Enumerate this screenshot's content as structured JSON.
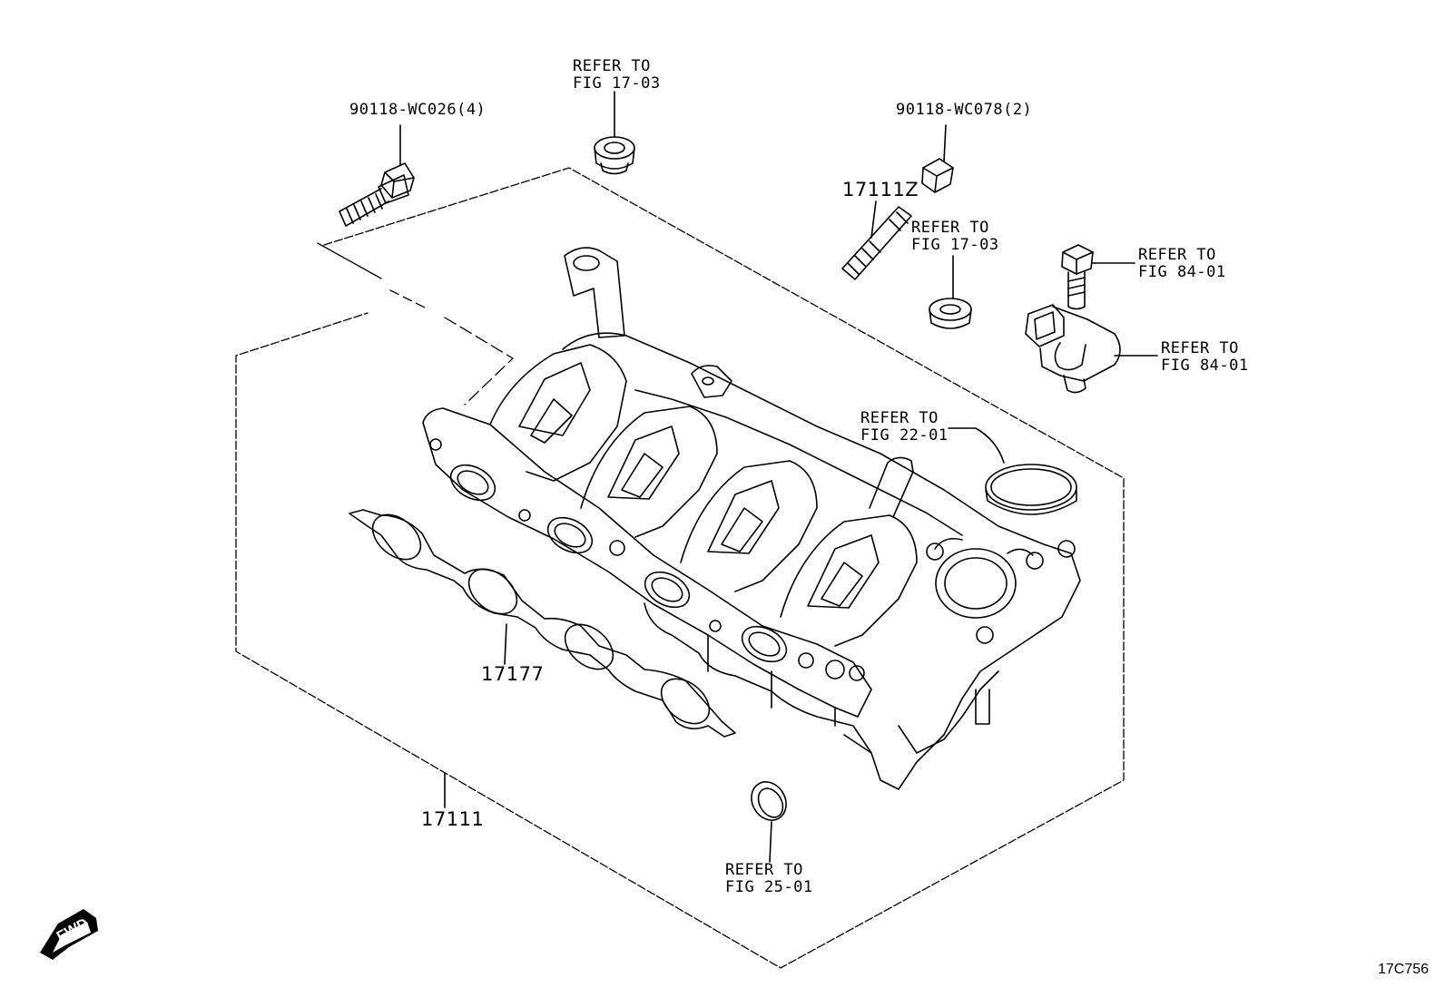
{
  "diagram_code": "17C756",
  "fwd_label": "FWD",
  "labels": {
    "bolt_left": "90118-WC026(4)",
    "refer_top": [
      "REFER TO",
      "FIG 17-03"
    ],
    "bolt_right": "90118-WC078(2)",
    "stud": "17111Z",
    "refer_mid": [
      "REFER TO",
      "FIG 17-03"
    ],
    "refer_sensor_bolt": [
      "REFER TO",
      "FIG 84-01"
    ],
    "refer_sensor": [
      "REFER TO",
      "FIG 84-01"
    ],
    "refer_ring_top": [
      "REFER TO",
      "FIG 22-01"
    ],
    "gasket": "17177",
    "manifold": "17111",
    "refer_ring_bottom": [
      "REFER TO",
      "FIG 25-01"
    ]
  }
}
